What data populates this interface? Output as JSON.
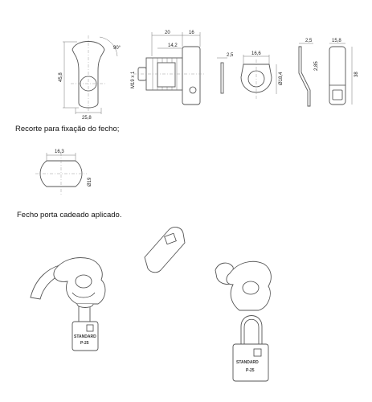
{
  "captions": {
    "cutout": "Recorte para fixação do fecho;",
    "padlock": "Fecho porta cadeado aplicado."
  },
  "dims": {
    "front_height": "45,8",
    "front_width": "25,8",
    "angle": "90°",
    "side_20": "20",
    "side_16": "16",
    "side_142": "14,2",
    "thread": "M19 x 1",
    "washer_thk": "2,5",
    "washer_w": "16,6",
    "washer_d": "Ø18,4",
    "cam_thk": "2,5",
    "cam_off": "2,85",
    "cam_w": "15,8",
    "cam_len": "38",
    "cut_w": "16,3",
    "cut_d": "Ø19"
  },
  "brand": {
    "padlock_left": "STANDARD",
    "padlock_left_size": "P-25",
    "padlock_right": "STANDARD",
    "padlock_right_size": "P-25"
  }
}
